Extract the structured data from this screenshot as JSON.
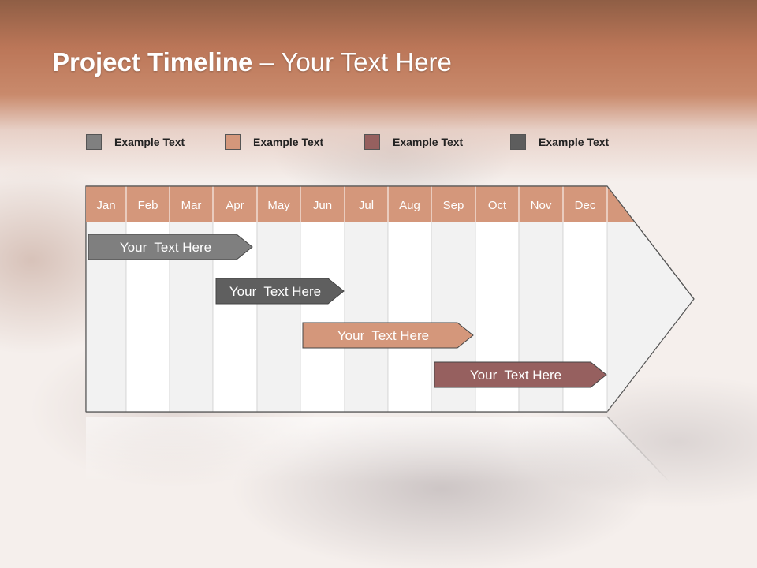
{
  "title": {
    "bold": "Project Timeline",
    "rest": " – Your Text Here"
  },
  "legend": [
    {
      "label": "Example Text",
      "color": "#808080"
    },
    {
      "label": "Example Text",
      "color": "#d4977b"
    },
    {
      "label": "Example Text",
      "color": "#96605f"
    },
    {
      "label": "Example Text",
      "color": "#5d5d5d"
    }
  ],
  "months": [
    "Jan",
    "Feb",
    "Mar",
    "Apr",
    "May",
    "Jun",
    "Jul",
    "Aug",
    "Sep",
    "Oct",
    "Nov",
    "Dec"
  ],
  "colors": {
    "header": "#d4977b",
    "column_light": "#f2f2f2",
    "column_white": "#ffffff"
  },
  "tasks": [
    {
      "label": "Your  Text Here",
      "color": "#7f7f7f",
      "start_month": "Jan",
      "end_month": "Apr"
    },
    {
      "label": "Your  Text Here",
      "color": "#5f5f5f",
      "start_month": "Apr",
      "end_month": "Jun"
    },
    {
      "label": "Your  Text Here",
      "color": "#d4977b",
      "start_month": "Jun",
      "end_month": "Sep"
    },
    {
      "label": "Your  Text Here",
      "color": "#96605f",
      "start_month": "Sep",
      "end_month": "Dec"
    }
  ]
}
